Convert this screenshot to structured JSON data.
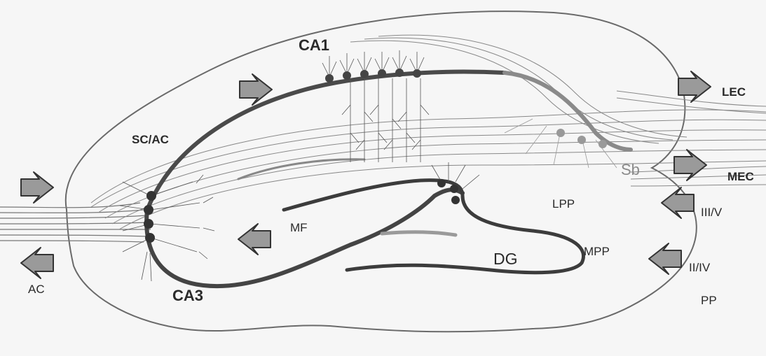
{
  "figure": {
    "background": "#f6f6f6",
    "ink": "#2a2a2a",
    "pathway_color": "#555555",
    "arrow_fill": "#9a9a9a",
    "labels": {
      "ca1": "CA1",
      "sc_ac": "SC/AC",
      "sb": "Sb",
      "lec": "LEC",
      "mec": "MEC",
      "lpp": "LPP",
      "mf": "MF",
      "iii_v": "III/V",
      "dg": "DG",
      "mpp": "MPP",
      "ii_iv": "II/IV",
      "ac": "AC",
      "ca3": "CA3",
      "pp": "PP"
    },
    "arrows": [
      {
        "name": "arrow-ac-input",
        "direction": "right"
      },
      {
        "name": "arrow-ac-output",
        "direction": "left"
      },
      {
        "name": "arrow-ca1-pathway",
        "direction": "right"
      },
      {
        "name": "arrow-lec",
        "direction": "right"
      },
      {
        "name": "arrow-mec",
        "direction": "right"
      },
      {
        "name": "arrow-iii-v",
        "direction": "left"
      },
      {
        "name": "arrow-ii-iv",
        "direction": "left"
      },
      {
        "name": "arrow-mf",
        "direction": "left"
      }
    ]
  }
}
